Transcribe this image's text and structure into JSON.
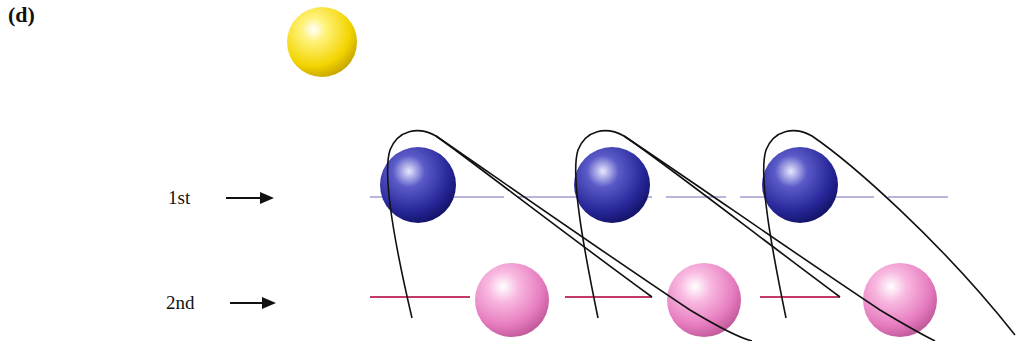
{
  "diagram": {
    "labels": [
      "(d)",
      "1st",
      "2nd"
    ]
  }
}
